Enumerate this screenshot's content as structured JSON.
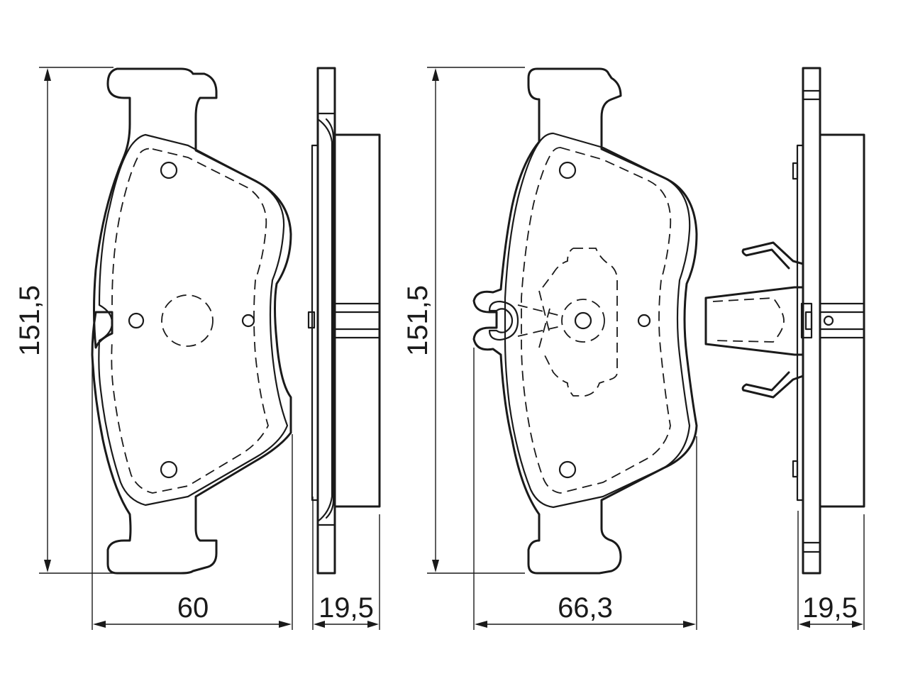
{
  "dimensions": {
    "left_height": "151,5",
    "left_width": "60",
    "left_thickness": "19,5",
    "right_height": "151,5",
    "right_width": "66,3",
    "right_thickness": "19,5"
  }
}
